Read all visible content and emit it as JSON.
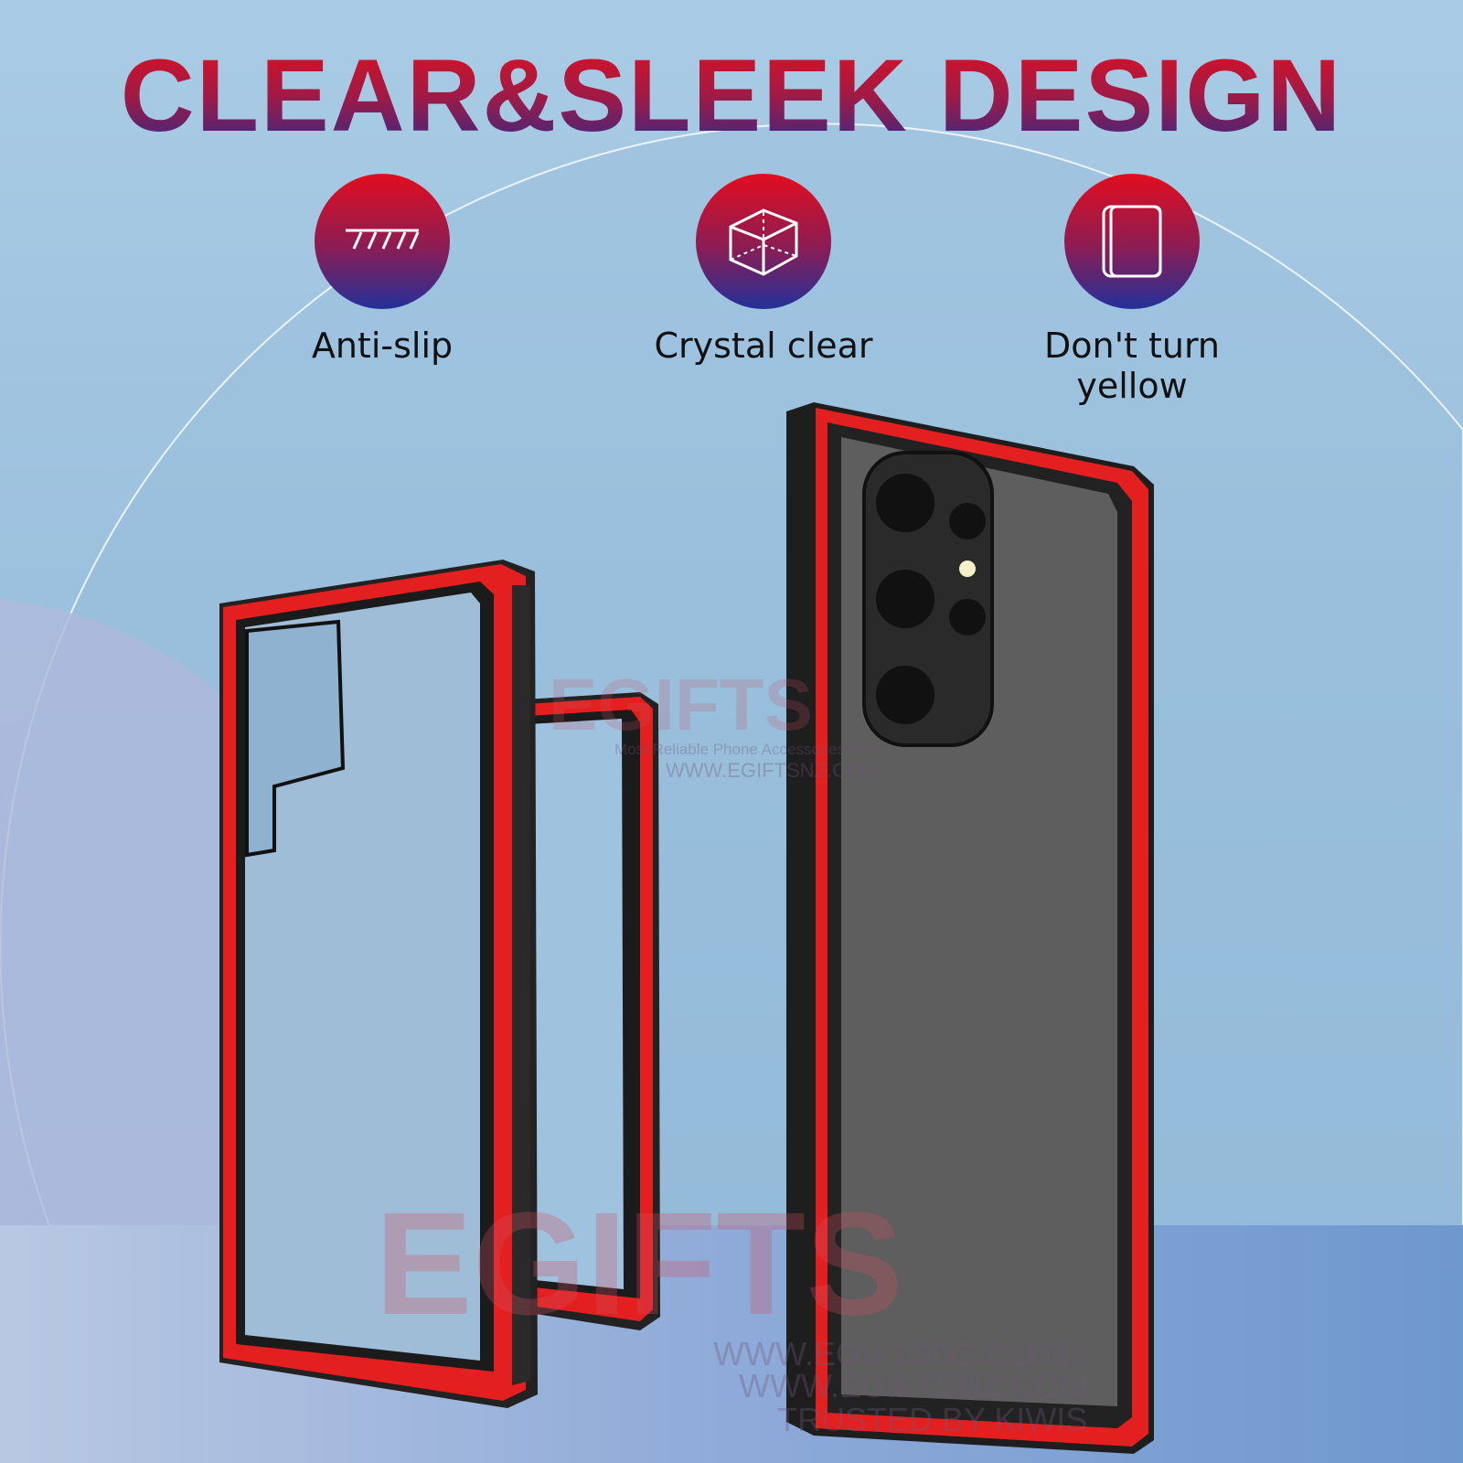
{
  "title": "CLEAR&SLEEK DESIGN",
  "features": [
    {
      "label": "Anti-slip",
      "icon": "anti-slip-icon"
    },
    {
      "label": "Crystal clear",
      "icon": "cube-icon"
    },
    {
      "label": "Don't turn yellow",
      "icon": "phone-case-icon"
    }
  ],
  "watermark": {
    "brand": "EGIFTS",
    "tagline": "Most Reliable Phone Accessories Store",
    "url1": "WWW.EGIFTSNZ.COM",
    "url2": "WWW.EGIFTSNZ.CO.NZ",
    "trusted": "TRUSTED BY KIWIS"
  },
  "colors": {
    "accent_red": "#e30d1e",
    "accent_blue": "#23309a",
    "case_red": "#e3201f"
  }
}
